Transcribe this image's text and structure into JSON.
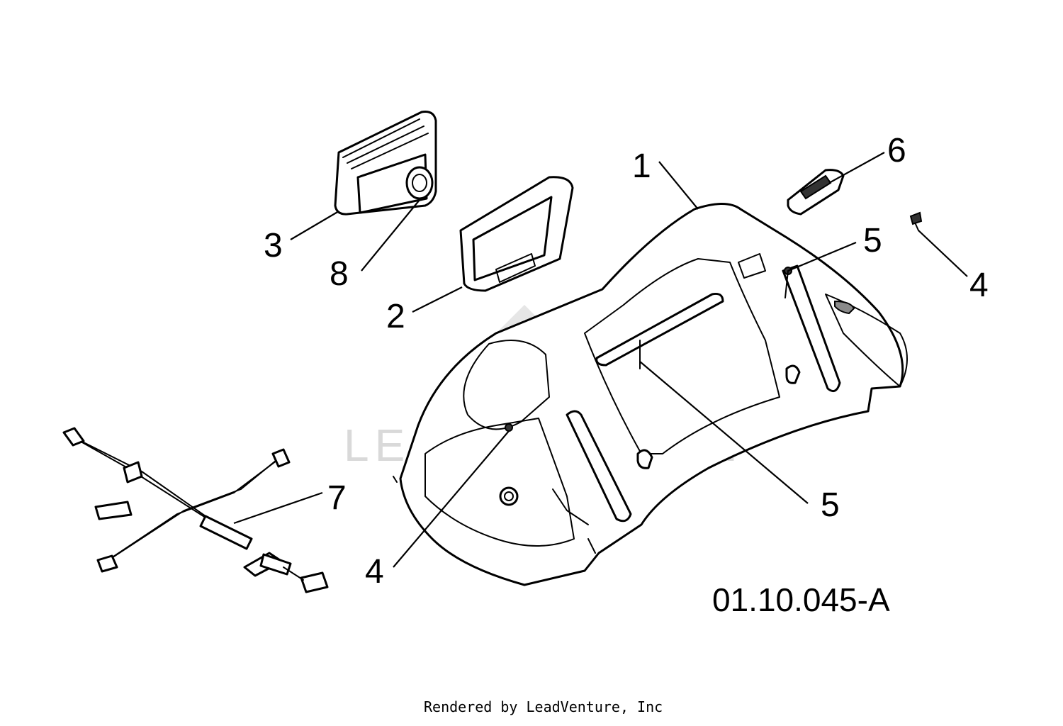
{
  "diagram": {
    "reference_code": "01.10.045-A",
    "watermark_text": "LEADVENTURE",
    "footer": "Rendered by LeadVenture, Inc",
    "callouts": [
      "1",
      "2",
      "3",
      "4",
      "4",
      "5",
      "5",
      "6",
      "7",
      "8"
    ]
  }
}
